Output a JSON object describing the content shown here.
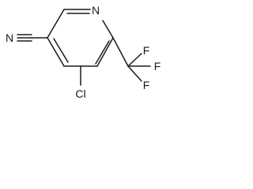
{
  "structure": {
    "ring_nitrogen": "N",
    "nitrile_nitrogen": "N",
    "chlorine": "Cl",
    "fluorine_top": "F",
    "fluorine_right": "F",
    "fluorine_bottom": "F"
  },
  "colors": {
    "ink": "#1a1a1a",
    "background": "#ffffff"
  }
}
